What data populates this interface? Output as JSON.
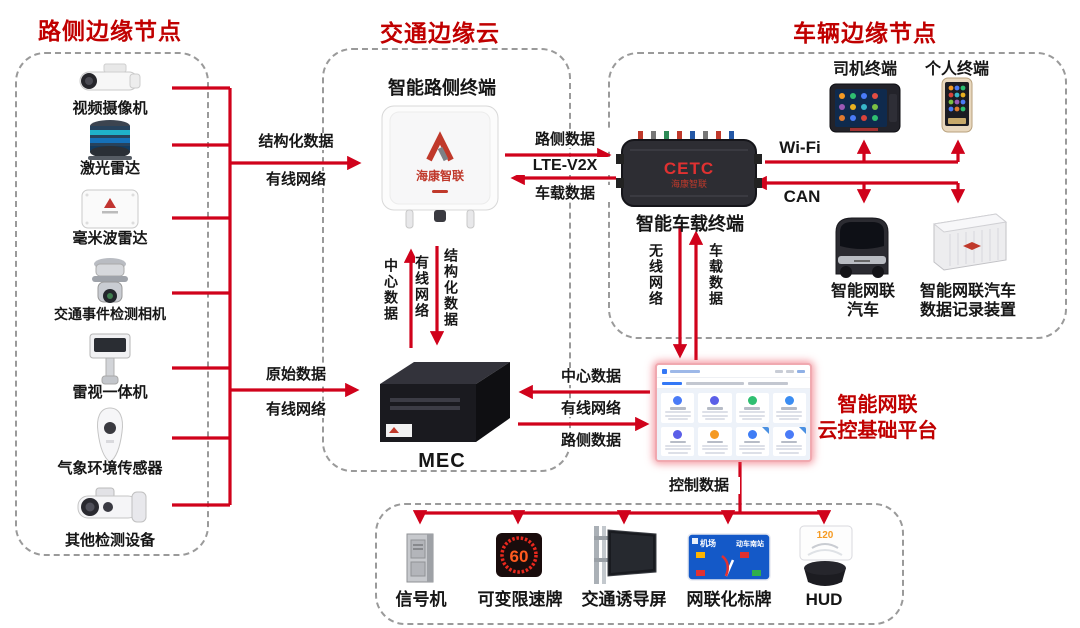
{
  "regions": {
    "roadside": {
      "title": "路侧边缘节点",
      "devices": [
        {
          "label": "视频摄像机"
        },
        {
          "label": "激光雷达"
        },
        {
          "label": "毫米波雷达"
        },
        {
          "label": "交通事件检测相机"
        },
        {
          "label": "雷视一体机"
        },
        {
          "label": "气象环境传感器"
        },
        {
          "label": "其他检测设备"
        }
      ]
    },
    "edge_cloud": {
      "title": "交通边缘云",
      "rsu_label": "智能路侧终端",
      "rsu_brand": "海康智联",
      "mec_label": "MEC"
    },
    "vehicle": {
      "title": "车辆边缘节点",
      "driver_terminal": "司机终端",
      "personal_terminal": "个人终端",
      "obu_label": "智能车载终端",
      "obu_brand_top": "CETC",
      "obu_brand_bottom": "海康智联",
      "car_label_line1": "智能网联",
      "car_label_line2": "汽车",
      "recorder_label_line1": "智能网联汽车",
      "recorder_label_line2": "数据记录装置"
    },
    "platform": {
      "label_line1": "智能网联",
      "label_line2": "云控基础平台",
      "card_colors": [
        "#4a7bf7",
        "#5b5fe8",
        "#2fbf71",
        "#3b8df2",
        "#5b5fe8",
        "#f59a23",
        "#3f7df5",
        "#4a7bf7"
      ]
    },
    "actuators": {
      "items": [
        {
          "label": "信号机"
        },
        {
          "label": "可变限速牌",
          "value": "60"
        },
        {
          "label": "交通诱导屏"
        },
        {
          "label": "网联化标牌",
          "dest_left": "机场",
          "dest_right": "动车南站"
        },
        {
          "label": "HUD",
          "value": "120"
        }
      ]
    }
  },
  "links": {
    "roadside_rsu": {
      "line1": "结构化数据",
      "line2": "有线网络"
    },
    "roadside_mec": {
      "line1": "原始数据",
      "line2": "有线网络"
    },
    "rsu_obu": {
      "line1": "路侧数据",
      "line2": "LTE-V2X",
      "line3": "车载数据"
    },
    "wifi": "Wi-Fi",
    "can": "CAN",
    "rsu_mec": {
      "up": "中心数据",
      "mid": "有线网络",
      "down": "结构化数据"
    },
    "mec_platform": {
      "line1": "中心数据",
      "line2": "有线网络",
      "line3": "路侧数据"
    },
    "obu_platform": {
      "left": "无线网络",
      "right": "车载数据"
    },
    "platform_actuators": "控制数据"
  },
  "colors": {
    "title_red": "#c00000",
    "arrow_red": "#d0021b"
  }
}
